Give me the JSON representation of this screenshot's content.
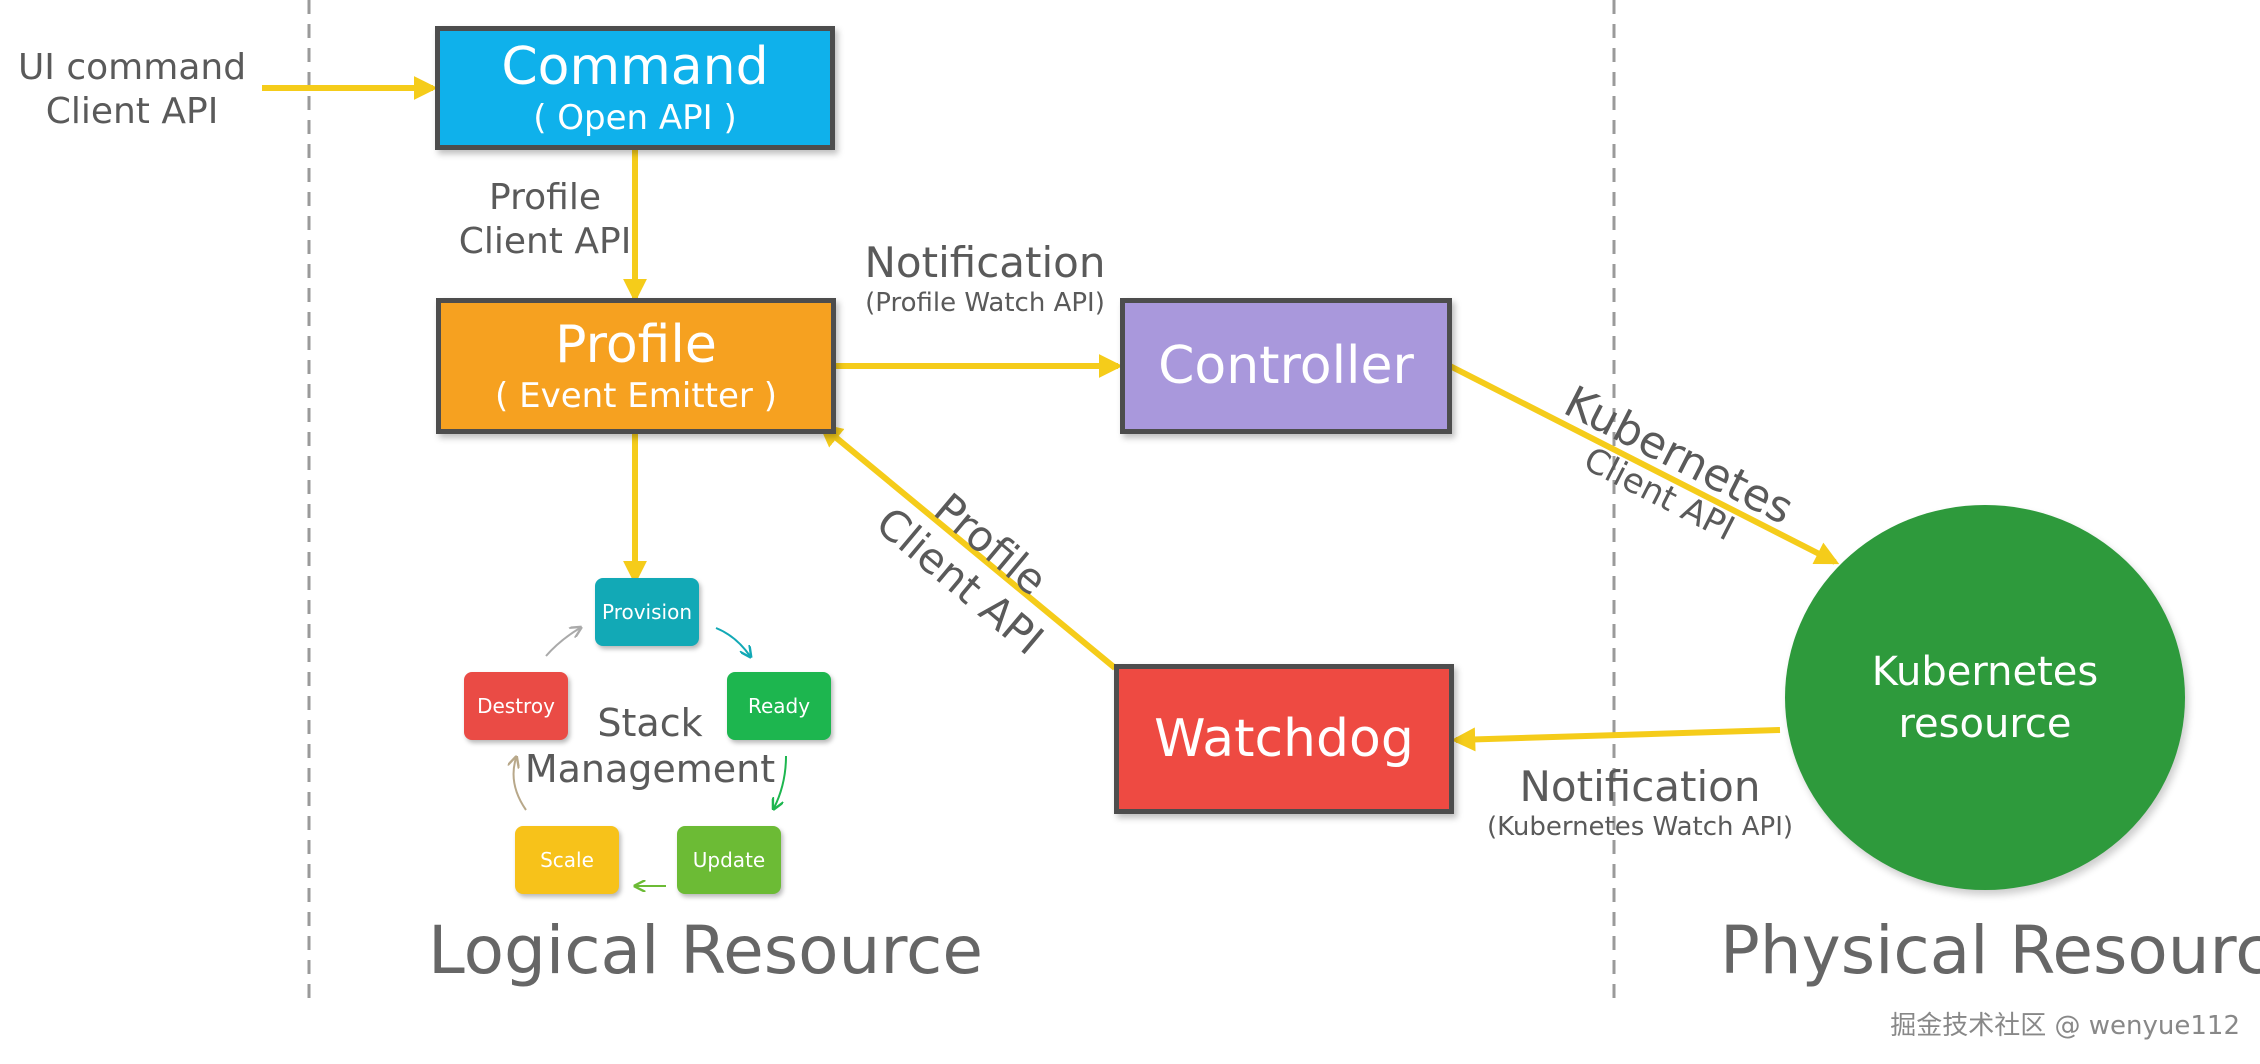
{
  "colors": {
    "arrow": "#f5cc1a",
    "command": "#0fb1eb",
    "profile": "#f6a120",
    "controller": "#a998dc",
    "watchdog": "#ee4a42",
    "kubernetes": "#2e9a3c",
    "provision": "#12a9b6",
    "ready": "#1db64f",
    "destroy": "#ea4b45",
    "update": "#6cbb35",
    "scale": "#f7c21a"
  },
  "input": {
    "line1": "UI command",
    "line2": "Client API"
  },
  "command": {
    "title": "Command",
    "subtitle": "( Open API )"
  },
  "profile_client_top": {
    "line1": "Profile",
    "line2": "Client API"
  },
  "profile": {
    "title": "Profile",
    "subtitle": "( Event Emitter )"
  },
  "notification_top": {
    "title": "Notification",
    "subtitle": "(Profile Watch API)"
  },
  "controller": {
    "title": "Controller"
  },
  "kube_client": {
    "line1": "Kubernetes",
    "line2": "Client API"
  },
  "kubernetes_resource": {
    "line1": "Kubernetes",
    "line2": "resource"
  },
  "profile_client_diag": {
    "line1": "Profile",
    "line2": "Client API"
  },
  "watchdog": {
    "title": "Watchdog"
  },
  "notification_bottom": {
    "title": "Notification",
    "subtitle": "(Kubernetes Watch API)"
  },
  "stack": {
    "line1": "Stack",
    "line2": "Management",
    "provision": "Provision",
    "ready": "Ready",
    "update": "Update",
    "scale": "Scale",
    "destroy": "Destroy"
  },
  "sections": {
    "logical": "Logical Resource",
    "physical": "Physical Resource"
  },
  "watermark": "掘金技术社区 @ wenyue112"
}
